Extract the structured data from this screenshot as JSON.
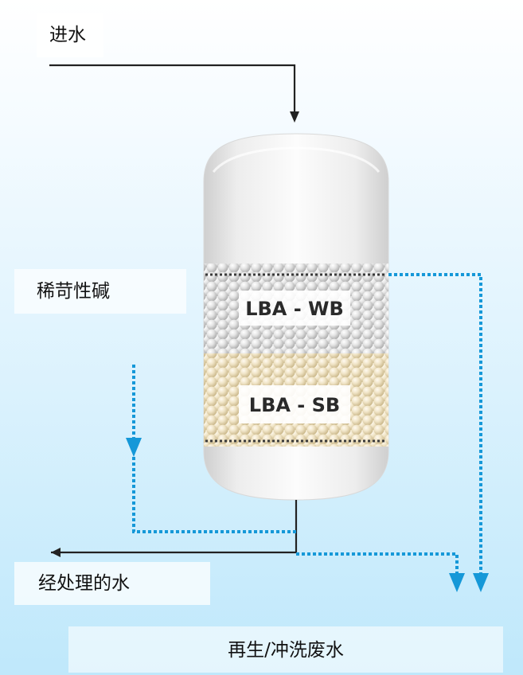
{
  "labels": {
    "inlet": "进水",
    "dilute_caustic": "稀苛性碱",
    "treated_water": "经处理的水",
    "regeneration_waste": "再生/冲洗废水"
  },
  "layers": [
    {
      "name": "LBA - WB"
    },
    {
      "name": "LBA - SB"
    }
  ],
  "colors": {
    "background_top": "#ffffff",
    "background_bottom": "#bfe8fb",
    "flow_blue": "#1598d8",
    "line_dark": "#222222",
    "vessel_light": "#f4f4f4",
    "vessel_shadow": "#cfcfcf",
    "wb_media": "#d4d4d4",
    "sb_media": "#e8d9b8"
  }
}
